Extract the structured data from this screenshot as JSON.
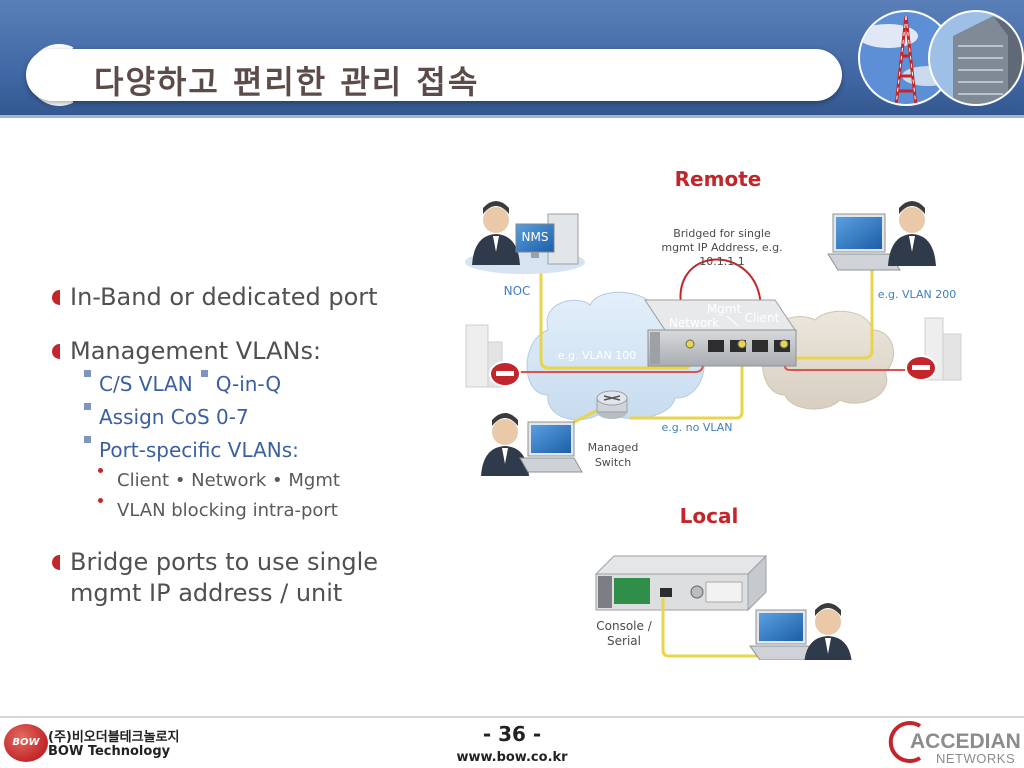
{
  "header": {
    "title": "다양하고 편리한 관리 접속"
  },
  "bullets": {
    "l1_inband": "In-Band or dedicated port",
    "l1_vlans": "Management VLANs:",
    "l2_csvlan": "C/S VLAN",
    "l2_qinq": "Q-in-Q",
    "l2_cos": "Assign CoS 0-7",
    "l2_portvlans": "Port-specific VLANs:",
    "l3_ports": "Client • Network • Mgmt",
    "l3_blocking": "VLAN blocking intra-port",
    "l1_bridge_line1": "Bridge ports to use single",
    "l1_bridge_line2": "mgmt IP address / unit"
  },
  "diagram": {
    "remote_heading": "Remote",
    "local_heading": "Local",
    "nms_label": "NMS",
    "noc_label": "NOC",
    "bridged_line1": "Bridged for single",
    "bridged_line2": "mgmt IP Address, e.g.",
    "bridged_line3": "10.1.1.1",
    "mgmt_label": "Mgmt",
    "network_label": "Network",
    "client_label": "Client",
    "vlan100_label": "e.g. VLAN 100",
    "vlan200_label": "e.g. VLAN 200",
    "novlan_label": "e.g. no VLAN",
    "managed_line1": "Managed",
    "managed_line2": "Switch",
    "console_line1": "Console /",
    "console_line2": "Serial"
  },
  "footer": {
    "page_number": "- 36 -",
    "website": "www.bow.co.kr",
    "bow_badge": "BOW",
    "bow_korean": "(주)비오더블테크놀로지",
    "bow_english": "BOW Technology",
    "accedian_name": "ACCEDIAN",
    "accedian_sub": "NETWORKS"
  },
  "colors": {
    "accent_red": "#c3262a",
    "header_blue": "#3f66a3",
    "sub_bullet_blue": "#3b5fa3",
    "cable_yellow": "#e8d44d",
    "vlan_red": "#d9534f",
    "label_blue": "#3d7fc0"
  }
}
